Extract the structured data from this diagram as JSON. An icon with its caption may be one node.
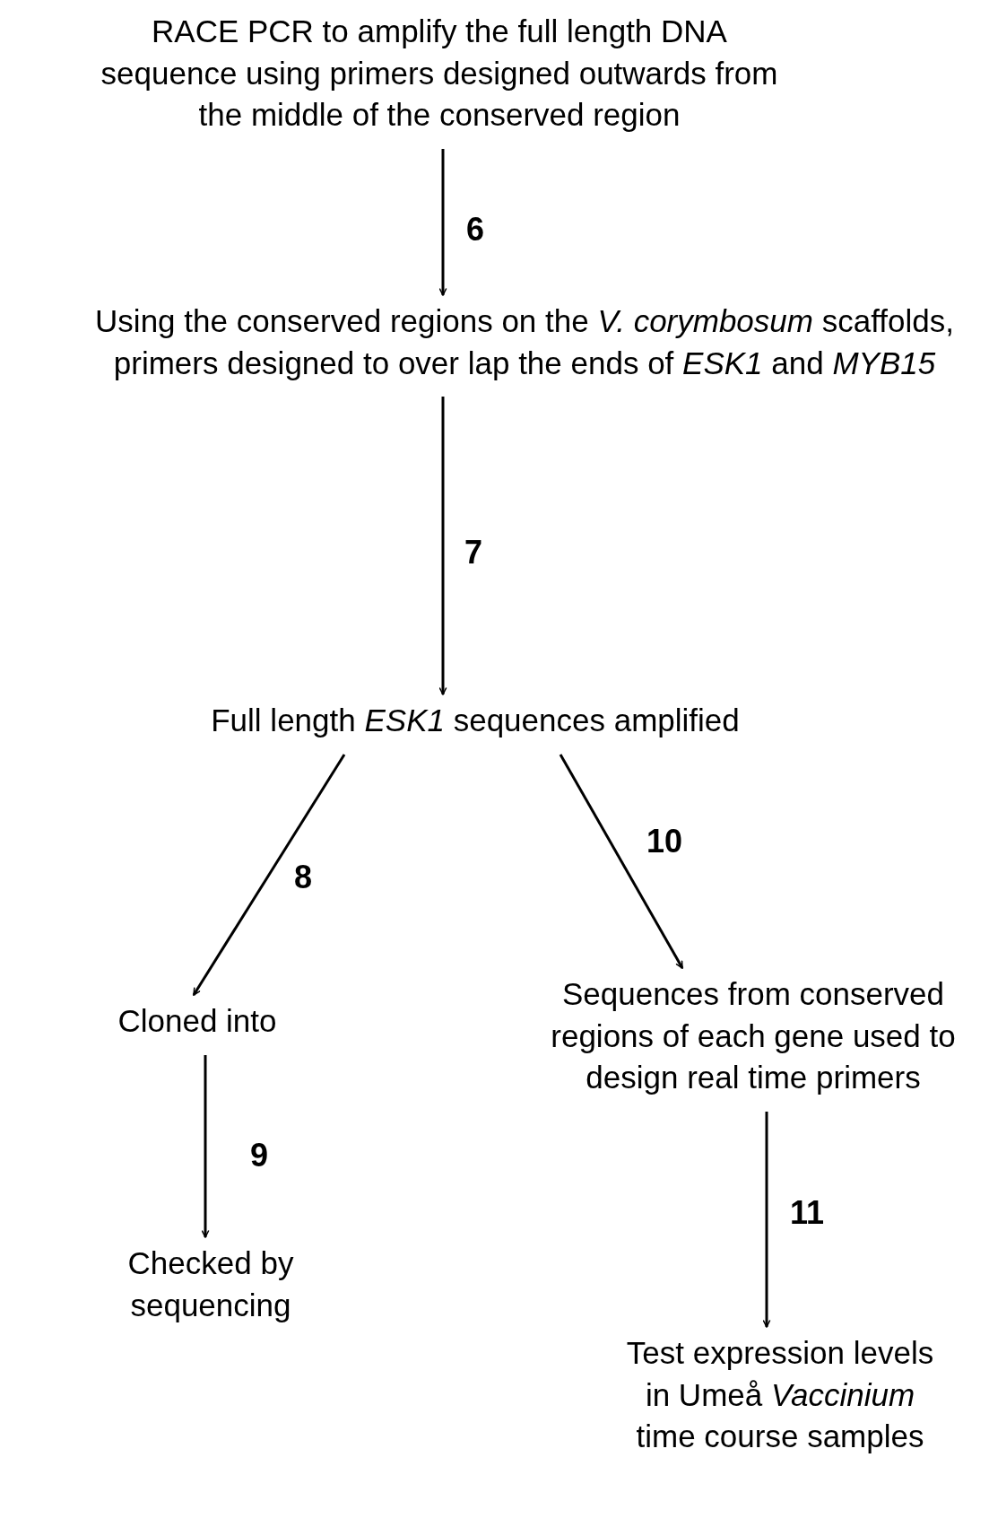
{
  "diagram": {
    "nodes": [
      {
        "text": [
          "RACE PCR to amplify the full length DNA sequence using primers designed outwards from the middle of the conserved region"
        ]
      },
      {
        "text": [
          "Using the conserved regions on the *V. corymbosum* scaffolds, primers designed to over lap the ends of *ESK1* and *MYB15*"
        ]
      },
      {
        "text": [
          "Full length *ESK1* sequences amplified"
        ]
      },
      {
        "text": [
          "Cloned into"
        ]
      },
      {
        "text": [
          "Sequences from conserved regions of each gene used to design real time primers"
        ]
      },
      {
        "text": [
          "Checked by sequencing"
        ]
      },
      {
        "text": [
          "Test expression levels in Umeå *Vaccinium* time course samples"
        ]
      }
    ],
    "edges": [
      {
        "from": 0,
        "to": 1,
        "arrow": "to",
        "label": "6"
      },
      {
        "from": 1,
        "to": 2,
        "arrow": "to",
        "label": "7"
      },
      {
        "from": 2,
        "to": 3,
        "arrow": "to",
        "label": "8"
      },
      {
        "from": 2,
        "to": 4,
        "arrow": "to",
        "label": "10"
      },
      {
        "from": 3,
        "to": 5,
        "arrow": "to",
        "label": "9"
      },
      {
        "from": 4,
        "to": 6,
        "arrow": "to",
        "label": "11"
      }
    ]
  }
}
